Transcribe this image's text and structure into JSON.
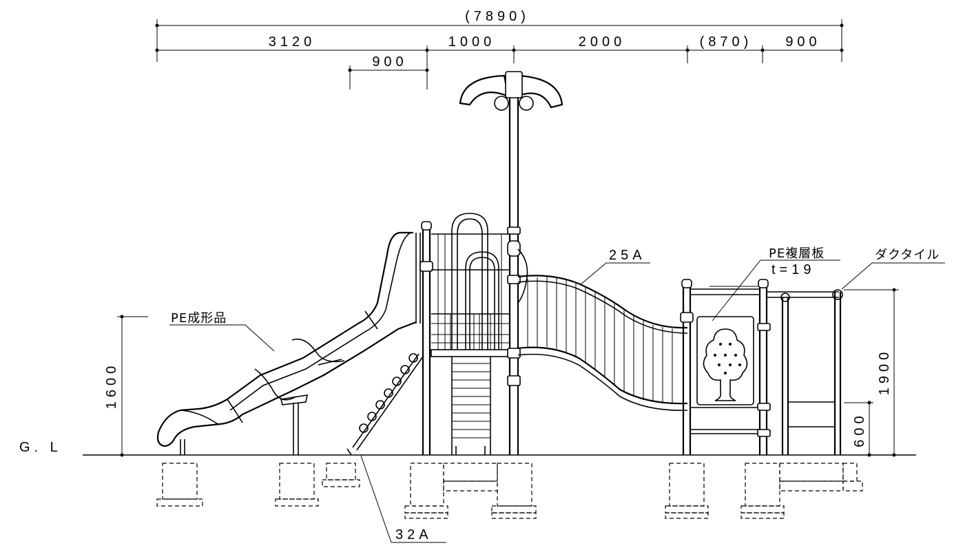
{
  "dimensions": {
    "overall": "(7890)",
    "seg1": "3120",
    "seg2": "1000",
    "seg3": "2000",
    "seg4": "(870)",
    "seg5": "900",
    "sub": "900",
    "h_left": "1600",
    "h_right": "1900",
    "h_small": "600"
  },
  "labels": {
    "ground": "G. L",
    "slide_material": "PE成形品",
    "handrail_pipe": "25A",
    "ladder_pipe": "32A",
    "panel_material": "PE複層板",
    "panel_thickness": "t=19",
    "fitting_material": "ダクタイル"
  }
}
